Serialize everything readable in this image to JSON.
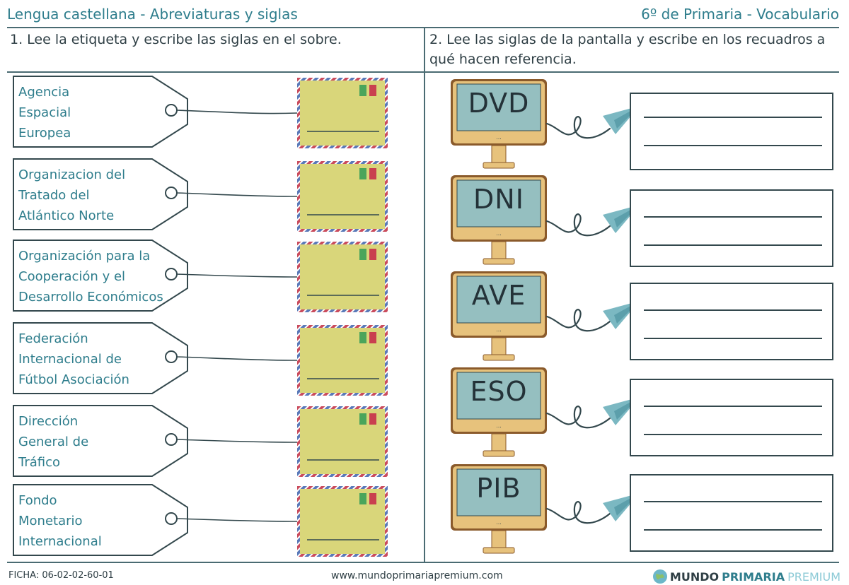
{
  "header": {
    "left_title": "Lengua castellana - Abreviaturas y siglas",
    "right_title": "6º de Primaria - Vocabulario"
  },
  "section1": {
    "instruction": "1. Lee la etiqueta y escribe las siglas en el sobre.",
    "tags": [
      {
        "lines": [
          "Agencia",
          "Espacial",
          "Europea"
        ]
      },
      {
        "lines": [
          "Organizacion del",
          "Tratado del",
          "Atlántico Norte"
        ]
      },
      {
        "lines": [
          "Organización para la",
          "Cooperación y el",
          "Desarrollo Económicos"
        ]
      },
      {
        "lines": [
          "Federación",
          "Internacional de",
          "Fútbol Asociación"
        ]
      },
      {
        "lines": [
          "Dirección",
          "General de",
          "Tráfico"
        ]
      },
      {
        "lines": [
          "Fondo",
          "Monetario",
          "Internacional"
        ]
      }
    ]
  },
  "section2": {
    "instruction_line1": "2. Lee las siglas de la pantalla y escribe en los recuadros a",
    "instruction_line2": "qué hacen referencia.",
    "monitors": [
      {
        "acronym": "DVD"
      },
      {
        "acronym": "DNI"
      },
      {
        "acronym": "AVE"
      },
      {
        "acronym": "ESO"
      },
      {
        "acronym": "PIB"
      }
    ]
  },
  "footer": {
    "ficha": "FICHA: 06-02-02-60-01",
    "url": "www.mundoprimariapremium.com",
    "brand_part1": "MUNDO",
    "brand_part2": "PRIMARIA",
    "brand_part3": "PREMIUM"
  },
  "colors": {
    "text_teal": "#2e7d8c",
    "envelope_fill": "#d9d67a",
    "monitor_frame": "#e7c27c",
    "monitor_screen": "#95bfc0",
    "plane": "#7bb8c2"
  }
}
